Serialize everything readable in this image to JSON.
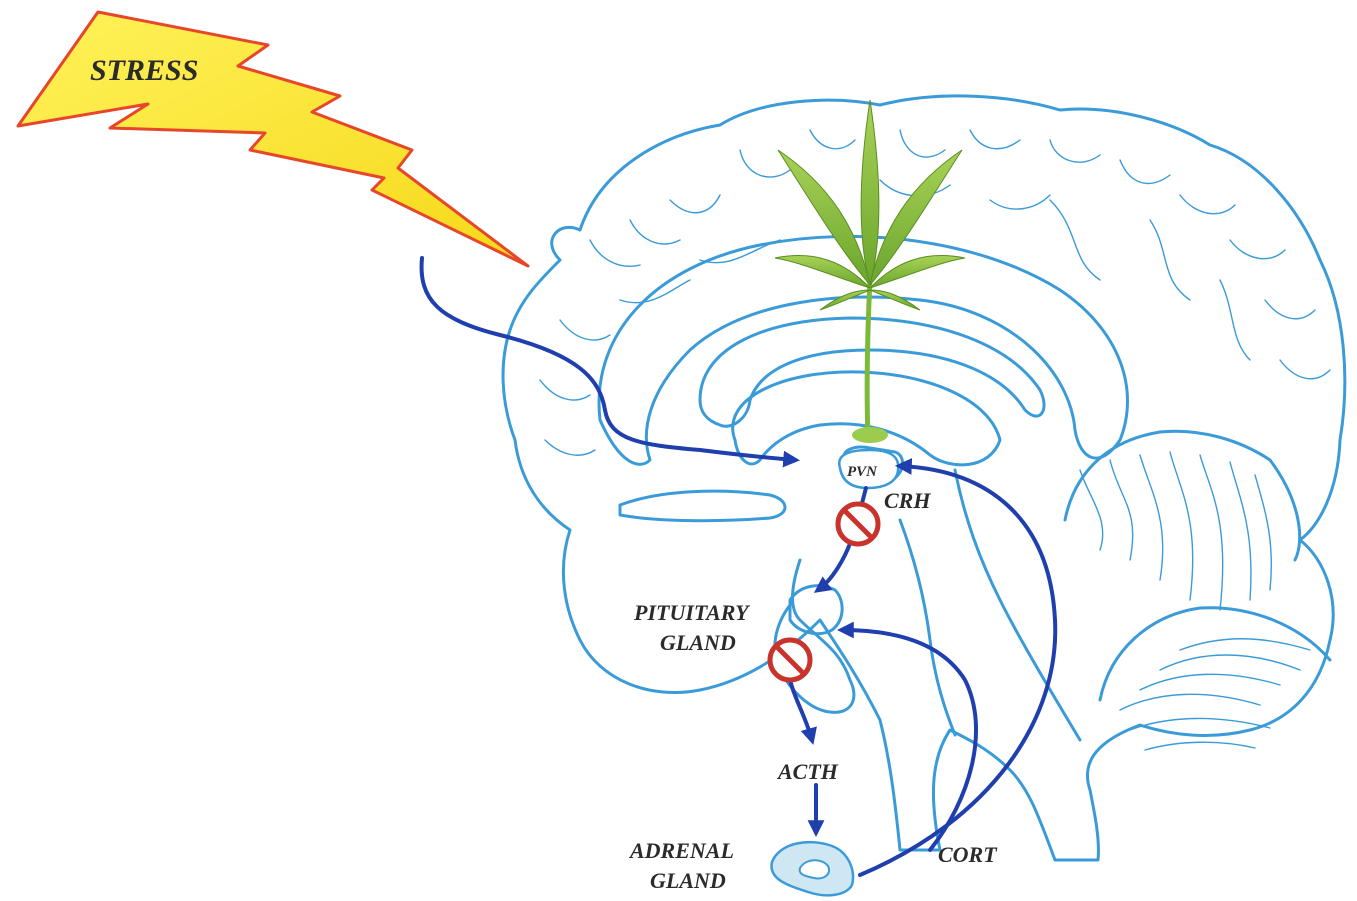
{
  "labels": {
    "stress": "STRESS",
    "pvn": "PVN",
    "crh": "CRH",
    "pituitary_line1": "PITUITARY",
    "pituitary_line2": "GLAND",
    "acth": "ACTH",
    "adrenal_line1": "ADRENAL",
    "adrenal_line2": "GLAND",
    "cort": "CORT"
  },
  "colors": {
    "brain_outline": "#3a9bd8",
    "flow_arrow": "#1f3fae",
    "lightning_fill": "#f7ef3a",
    "lightning_border": "#e8462a",
    "leaf_green": "#8ac43f",
    "block_sign": "#c8332b"
  },
  "icons": {
    "stress": "lightning-bolt",
    "cannabinoid": "cannabis-leaf",
    "inhibition": "no-entry-sign"
  }
}
